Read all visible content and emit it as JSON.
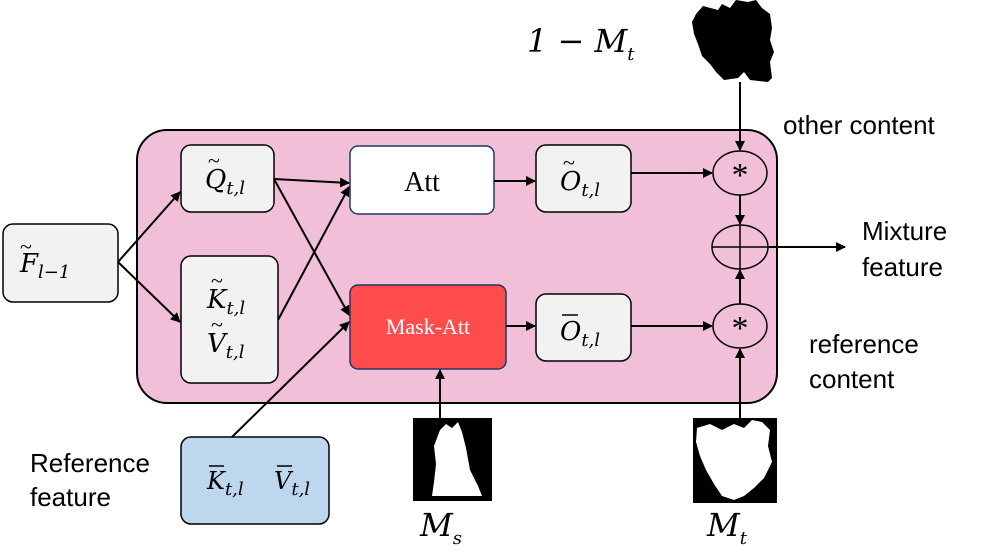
{
  "diagram": {
    "labels": {
      "one_minus_mt": "1 − M",
      "one_minus_mt_sub": "t",
      "other_content": "other content",
      "mixture_line1": "Mixture",
      "mixture_line2": "feature",
      "reference_content_line1": "reference",
      "reference_content_line2": "content",
      "reference_feature_line1": "Reference",
      "reference_feature_line2": "feature",
      "ms": "M",
      "ms_sub": "s",
      "mt": "M",
      "mt_sub": "t"
    },
    "nodes": {
      "f_prev": {
        "main": "F",
        "sub": "l−1"
      },
      "q": {
        "main": "Q",
        "sub": "t,l"
      },
      "k": {
        "main": "K",
        "sub": "t,l"
      },
      "v": {
        "main": "V",
        "sub": "t,l"
      },
      "att": {
        "main": "Att"
      },
      "mask_att": {
        "main": "Mask-Att"
      },
      "o_tilde": {
        "main": "O",
        "sub": "t,l"
      },
      "o_bar": {
        "main": "O",
        "sub": "t,l"
      },
      "ref_k": {
        "main": "K",
        "sub": "t,l"
      },
      "ref_v": {
        "main": "V",
        "sub": "t,l"
      },
      "mult_symbol": "*",
      "plus_symbol": "+"
    },
    "colors": {
      "block_fill": "#f2bfd9",
      "node_fill": "#f2f2f2",
      "mask_att_fill": "#ff4d4d",
      "ref_fill": "#bdd7ee"
    }
  }
}
